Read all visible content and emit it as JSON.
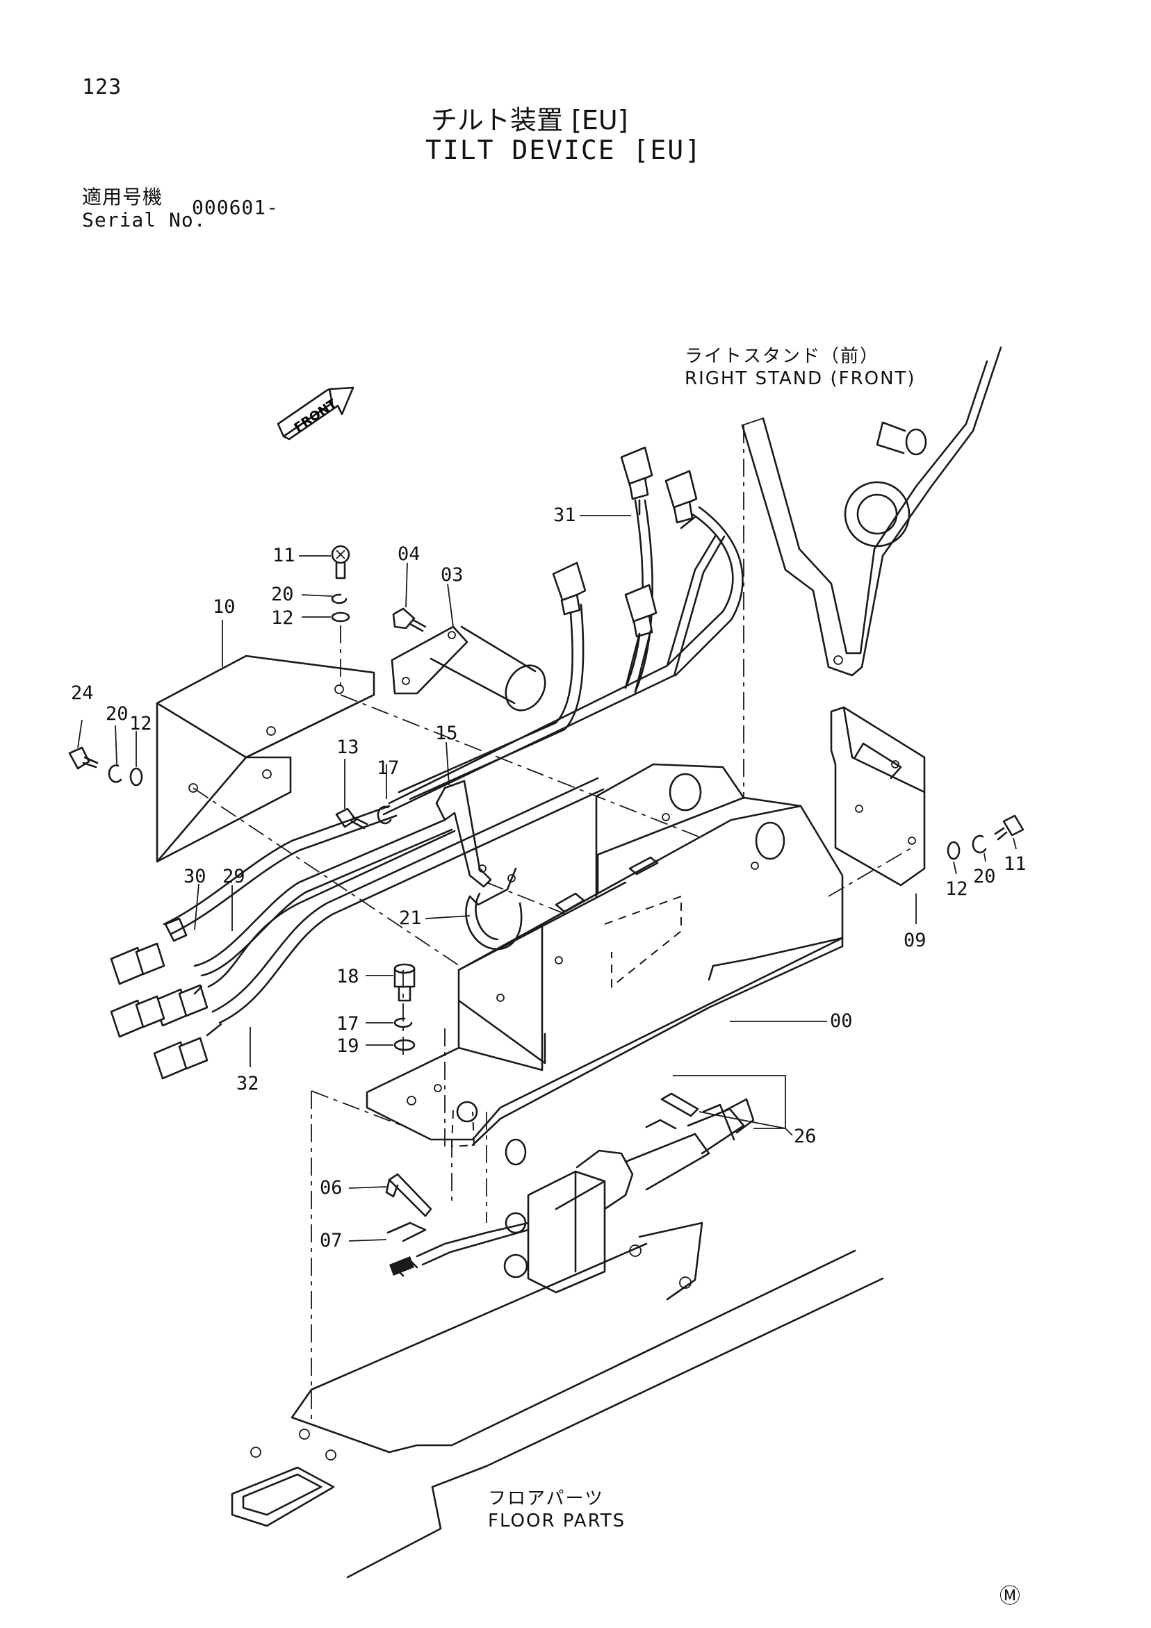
{
  "page_number": "123",
  "title_jp": "チルト装置 [EU]",
  "title_en": "TILT DEVICE [EU]",
  "serial": {
    "label_jp": "適用号機",
    "label_en": "Serial No.",
    "value": "000601-"
  },
  "notes": {
    "right_stand_jp": "ライトスタンド（前）",
    "right_stand_en": "RIGHT STAND (FRONT)",
    "floor_parts_jp": "フロアパーツ",
    "floor_parts_en": "FLOOR PARTS",
    "front_arrow": "FRONT"
  },
  "callouts": {
    "c00": "00",
    "c03": "03",
    "c04": "04",
    "c06": "06",
    "c07": "07",
    "c09": "09",
    "c10": "10",
    "c11_top": "11",
    "c11_right": "11",
    "c12_top": "12",
    "c12_left": "12",
    "c12_right": "12",
    "c13": "13",
    "c15": "15",
    "c17_mid": "17",
    "c17_low": "17",
    "c18": "18",
    "c19": "19",
    "c20_top": "20",
    "c20_left": "20",
    "c20_right": "20",
    "c21": "21",
    "c24": "24",
    "c26": "26",
    "c29": "29",
    "c30": "30",
    "c31": "31",
    "c32": "32"
  },
  "mark": "Ⓜ"
}
